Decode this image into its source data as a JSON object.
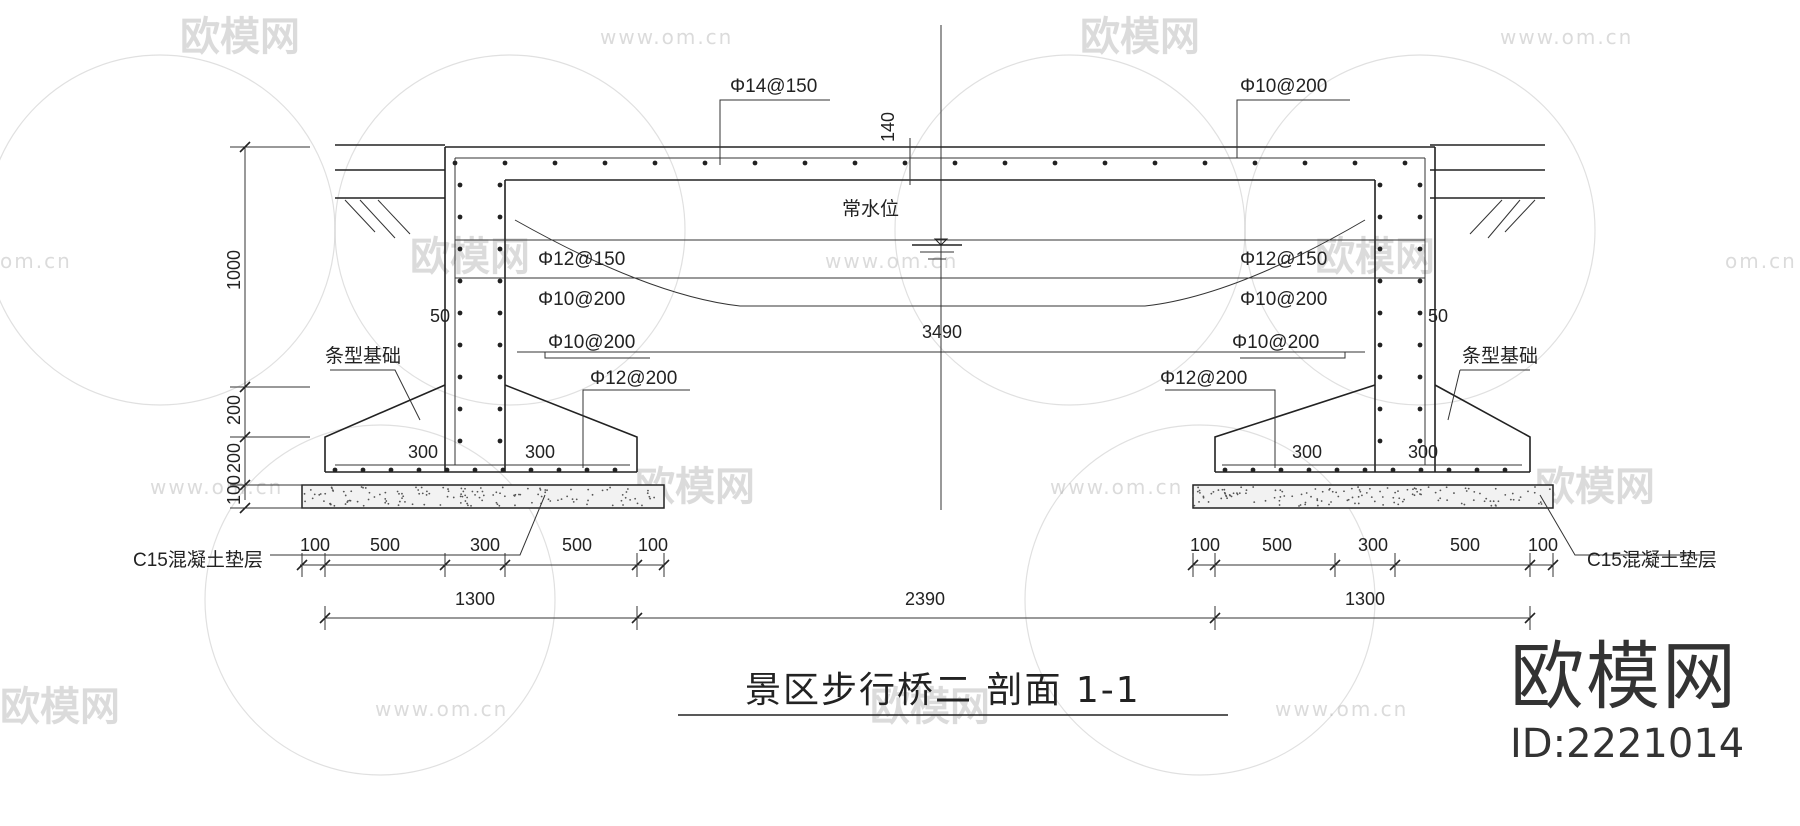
{
  "title": "景区步行桥二 剖面 1-1",
  "labels": {
    "top_left_rebar": "Φ14@150",
    "top_right_rebar": "Φ10@200",
    "deck_thickness": "140",
    "water_level": "常水位",
    "left_wall_rebar_1": "Φ12@150",
    "right_wall_rebar_1": "Φ12@150",
    "left_wall_rebar_2": "Φ10@200",
    "right_wall_rebar_2": "Φ10@200",
    "left_base_rebar_1": "Φ10@200",
    "right_base_rebar_1": "Φ10@200",
    "left_base_rebar_2": "Φ12@200",
    "right_base_rebar_2": "Φ12@200",
    "inner_span": "3490",
    "left_foundation": "条型基础",
    "right_foundation": "条型基础",
    "left_cover": "50",
    "right_cover": "50",
    "left_footing_a": "300",
    "left_footing_b": "300",
    "right_footing_a": "300",
    "right_footing_b": "300",
    "left_bedding": "C15混凝土垫层",
    "right_bedding": "C15混凝土垫层"
  },
  "vertical_dims": [
    "1000",
    "200",
    "200",
    "100"
  ],
  "left_bottom_dims": [
    "100",
    "500",
    "300",
    "500",
    "100"
  ],
  "right_bottom_dims": [
    "100",
    "500",
    "300",
    "500",
    "100"
  ],
  "overall_dims": [
    "1300",
    "2390",
    "1300"
  ],
  "watermark": {
    "brand": "欧模网",
    "url": "www.om.cn",
    "short_url": "om.cn"
  },
  "brand_box": {
    "name": "欧模网",
    "id": "ID:2221014"
  }
}
